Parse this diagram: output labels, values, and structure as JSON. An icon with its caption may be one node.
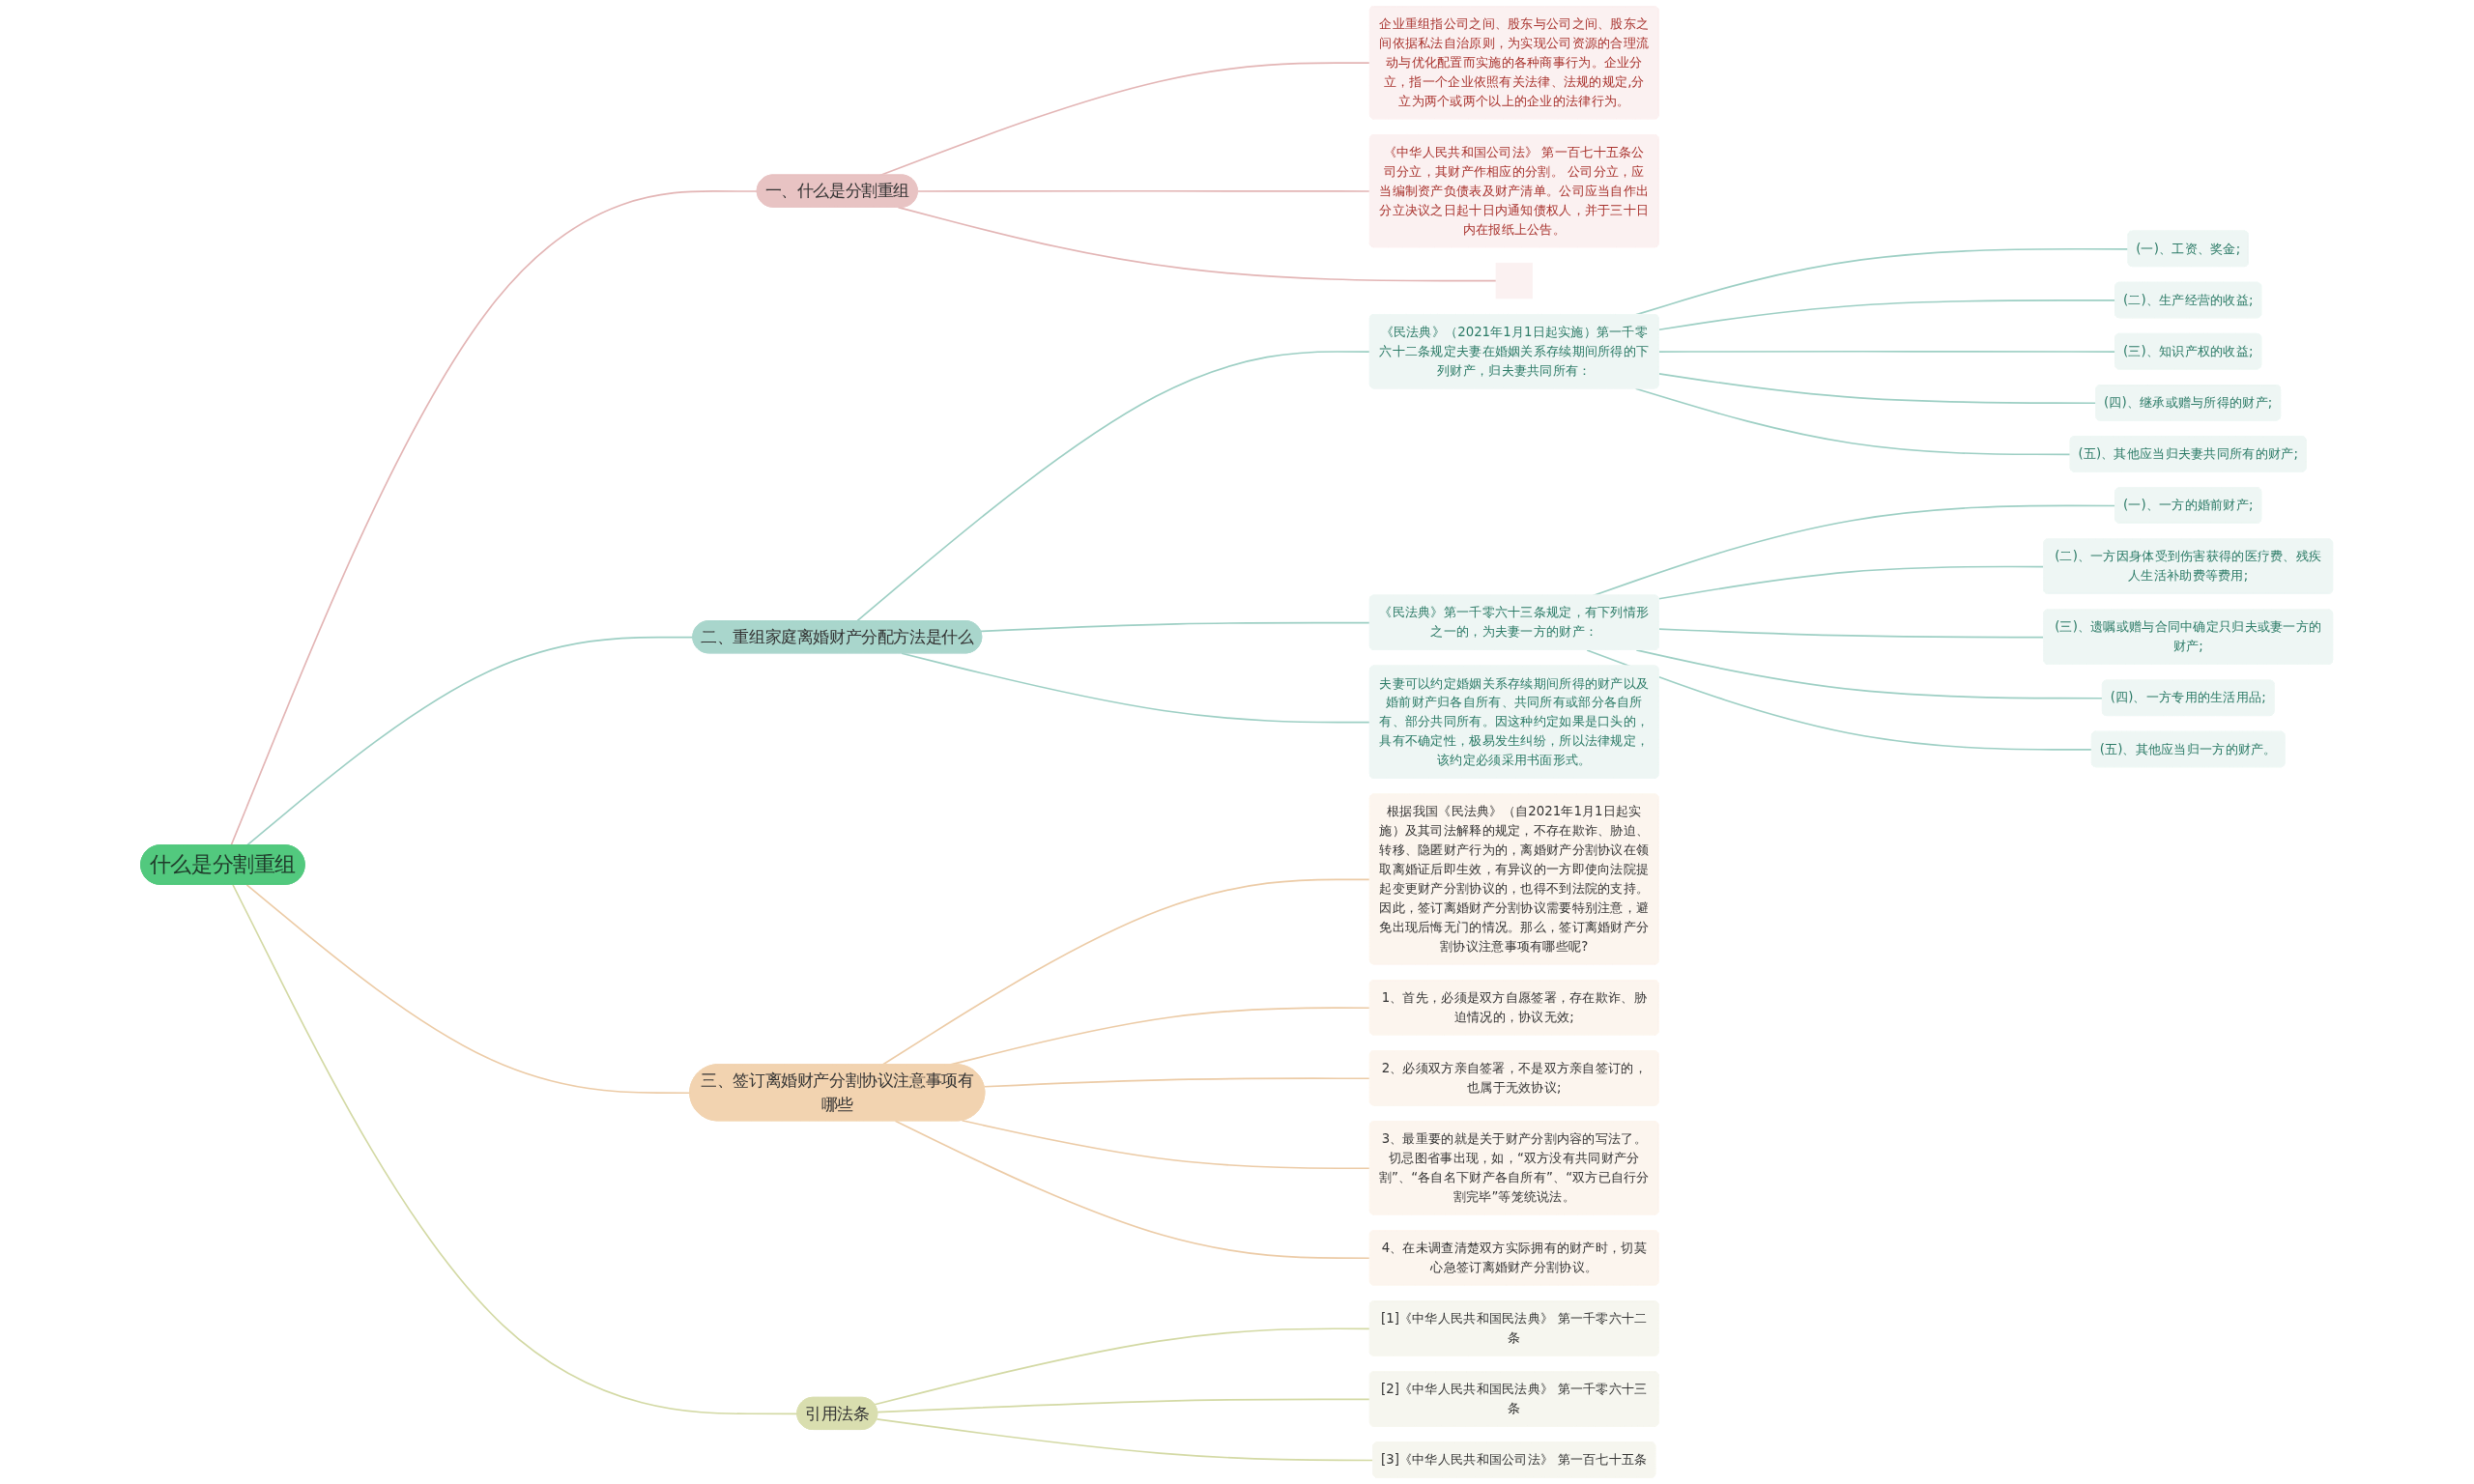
{
  "diagram": {
    "nodes": [
      {
        "text": [
          "什么是分割重组"
        ]
      },
      {
        "text": [
          "一、什么是分割重组"
        ]
      },
      {
        "text": [
          "企业重组指公司之间、股东与公司之间、股东之间依据私法自治原则，为实现公司资源的合理流动与优化配置而实施的各种商事行为。企业分立，指一个企业依照有关法律、法规的规定,分立为两个或两个以上的企业的法律行为。"
        ]
      },
      {
        "text": [
          "《中华人民共和国公司法》 第一百七十五条公司分立，其财产作相应的分割。 公司分立，应当编制资产负债表及财产清单。公司应当自作出分立决议之日起十日内通知债权人，并于三十日内在报纸上公告。"
        ]
      },
      {
        "text": [],
        "shape": "box"
      },
      {
        "text": [
          "二、重组家庭离婚财产分配方法是什么"
        ]
      },
      {
        "text": [
          "《民法典》（2021年1月1日起实施）第一千零六十二条规定夫妻在婚姻关系存续期间所得的下列财产，归夫妻共同所有："
        ]
      },
      {
        "text": [
          "(一)、工资、奖金;"
        ]
      },
      {
        "text": [
          "(二)、生产经营的收益;"
        ]
      },
      {
        "text": [
          "(三)、知识产权的收益;"
        ]
      },
      {
        "text": [
          "(四)、继承或赠与所得的财产;"
        ]
      },
      {
        "text": [
          "(五)、其他应当归夫妻共同所有的财产;"
        ]
      },
      {
        "text": [
          "《民法典》第一千零六十三条规定，有下列情形之一的，为夫妻一方的财产："
        ]
      },
      {
        "text": [
          "(一)、一方的婚前财产;"
        ]
      },
      {
        "text": [
          "(二)、一方因身体受到伤害获得的医疗费、残疾人生活补助费等费用;"
        ]
      },
      {
        "text": [
          "(三)、遗嘱或赠与合同中确定只归夫或妻一方的财产;"
        ]
      },
      {
        "text": [
          "(四)、一方专用的生活用品;"
        ]
      },
      {
        "text": [
          "(五)、其他应当归一方的财产。"
        ]
      },
      {
        "text": [
          "夫妻可以约定婚姻关系存续期间所得的财产以及婚前财产归各自所有、共同所有或部分各自所有、部分共同所有。因这种约定如果是口头的，具有不确定性，极易发生纠纷，所以法律规定，该约定必须采用书面形式。"
        ]
      },
      {
        "text": [
          "三、签订离婚财产分割协议注意事项有哪些"
        ]
      },
      {
        "text": [
          "根据我国《民法典》（自2021年1月1日起实施）及其司法解释的规定，不存在欺诈、胁迫、转移、隐匿财产行为的，离婚财产分割协议在领取离婚证后即生效，有异议的一方即使向法院提起变更财产分割协议的，也得不到法院的支持。因此，签订离婚财产分割协议需要特别注意，避免出现后悔无门的情况。那么，签订离婚财产分割协议注意事项有哪些呢?"
        ]
      },
      {
        "text": [
          "1、首先，必须是双方自愿签署，存在欺诈、胁迫情况的，协议无效;"
        ]
      },
      {
        "text": [
          "2、必须双方亲自签署，不是双方亲自签订的，也属于无效协议;"
        ]
      },
      {
        "text": [
          "3、最重要的就是关于财产分割内容的写法了。切忌图省事出现，如，“双方没有共同财产分割”、“各自名下财产各自所有”、“双方已自行分割完毕”等笼统说法。"
        ]
      },
      {
        "text": [
          "4、在未调查清楚双方实际拥有的财产时，切莫心急签订离婚财产分割协议。"
        ]
      },
      {
        "text": [
          "引用法条"
        ]
      },
      {
        "text": [
          "[1]《中华人民共和国民法典》 第一千零六十二条"
        ]
      },
      {
        "text": [
          "[2]《中华人民共和国民法典》 第一千零六十三条"
        ]
      },
      {
        "text": [
          "[3]《中华人民共和国公司法》 第一百七十五条"
        ]
      }
    ],
    "edges": [
      {
        "from": 0,
        "to": 1,
        "arrow": "none",
        "color": "#e3b5b5"
      },
      {
        "from": 1,
        "to": 2,
        "arrow": "none",
        "color": "#e3b5b5"
      },
      {
        "from": 1,
        "to": 3,
        "arrow": "none",
        "color": "#e3b5b5"
      },
      {
        "from": 1,
        "to": 4,
        "arrow": "none",
        "color": "#e3b5b5"
      },
      {
        "from": 0,
        "to": 5,
        "arrow": "none"
      },
      {
        "from": 5,
        "to": 6,
        "arrow": "none"
      },
      {
        "from": 6,
        "to": 7,
        "arrow": "none"
      },
      {
        "from": 6,
        "to": 8,
        "arrow": "none"
      },
      {
        "from": 6,
        "to": 9,
        "arrow": "none"
      },
      {
        "from": 6,
        "to": 10,
        "arrow": "none"
      },
      {
        "from": 6,
        "to": 11,
        "arrow": "none"
      },
      {
        "from": 5,
        "to": 12,
        "arrow": "none"
      },
      {
        "from": 12,
        "to": 13,
        "arrow": "none"
      },
      {
        "from": 12,
        "to": 14,
        "arrow": "none"
      },
      {
        "from": 12,
        "to": 15,
        "arrow": "none"
      },
      {
        "from": 12,
        "to": 16,
        "arrow": "none"
      },
      {
        "from": 12,
        "to": 17,
        "arrow": "none"
      },
      {
        "from": 5,
        "to": 18,
        "arrow": "none"
      },
      {
        "from": 0,
        "to": 19,
        "arrow": "none",
        "color": "#eccba6"
      },
      {
        "from": 19,
        "to": 20,
        "arrow": "none",
        "color": "#eccba6"
      },
      {
        "from": 19,
        "to": 21,
        "arrow": "none",
        "color": "#eccba6"
      },
      {
        "from": 19,
        "to": 22,
        "arrow": "none",
        "color": "#eccba6"
      },
      {
        "from": 19,
        "to": 23,
        "arrow": "none",
        "color": "#eccba6"
      },
      {
        "from": 19,
        "to": 24,
        "arrow": "none",
        "color": "#eccba6"
      },
      {
        "from": 0,
        "to": 25,
        "arrow": "none",
        "color": "#d3d9a4"
      },
      {
        "from": 25,
        "to": 26,
        "arrow": "none",
        "color": "#d3d9a4"
      },
      {
        "from": 25,
        "to": 27,
        "arrow": "none",
        "color": "#d3d9a4"
      },
      {
        "from": 25,
        "to": 28,
        "arrow": "none",
        "color": "#d3d9a4"
      }
    ]
  }
}
